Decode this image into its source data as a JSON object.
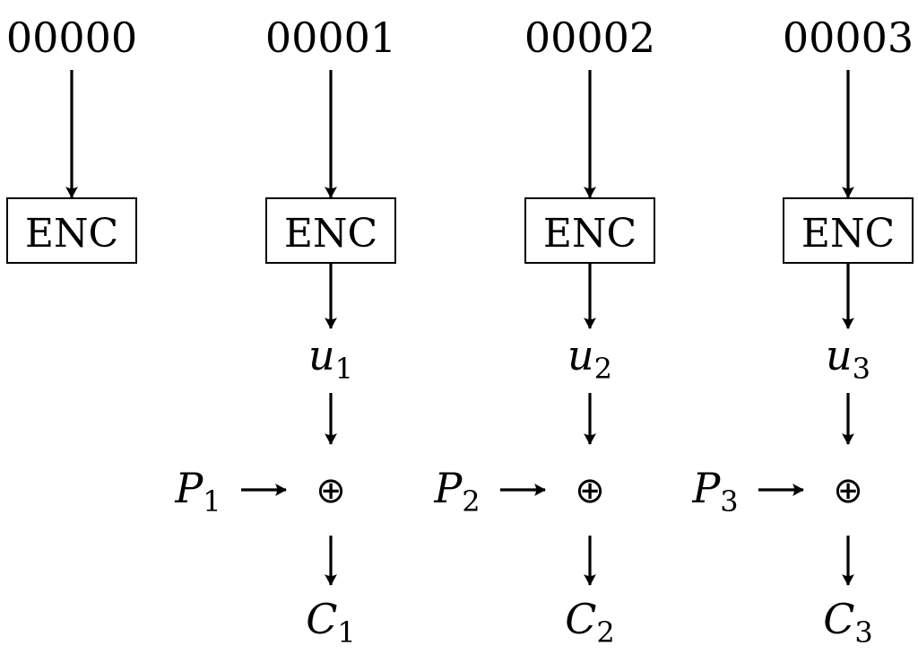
{
  "diagram": {
    "columns": [
      {
        "counter": "00000",
        "block_label": "ENC",
        "keystream": null,
        "plaintext": null,
        "xor_symbol": null,
        "ciphertext": null
      },
      {
        "counter": "00001",
        "block_label": "ENC",
        "keystream": {
          "base": "u",
          "sub": "1"
        },
        "plaintext": {
          "base": "P",
          "sub": "1"
        },
        "xor_symbol": "⊕",
        "ciphertext": {
          "base": "C",
          "sub": "1"
        }
      },
      {
        "counter": "00002",
        "block_label": "ENC",
        "keystream": {
          "base": "u",
          "sub": "2"
        },
        "plaintext": {
          "base": "P",
          "sub": "2"
        },
        "xor_symbol": "⊕",
        "ciphertext": {
          "base": "C",
          "sub": "2"
        }
      },
      {
        "counter": "00003",
        "block_label": "ENC",
        "keystream": {
          "base": "u",
          "sub": "3"
        },
        "plaintext": {
          "base": "P",
          "sub": "3"
        },
        "xor_symbol": "⊕",
        "ciphertext": {
          "base": "C",
          "sub": "3"
        }
      }
    ]
  }
}
